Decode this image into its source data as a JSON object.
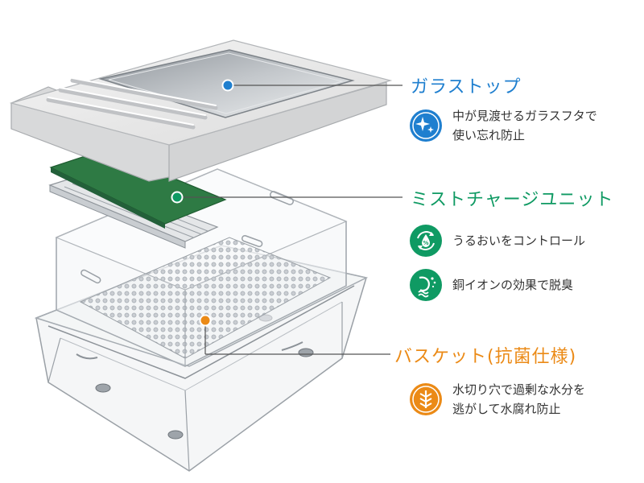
{
  "colors": {
    "blue": "#1f7fcf",
    "green": "#0f9a63",
    "orange": "#eb8a16"
  },
  "sections": {
    "top": {
      "title": "ガラストップ",
      "features": [
        {
          "icon": "sparkle-icon",
          "lines": [
            "中が見渡せるガラスフタで",
            "使い忘れ防止"
          ]
        }
      ]
    },
    "middle": {
      "title": "ミストチャージユニット",
      "features": [
        {
          "icon": "humidity-cycle-icon",
          "lines": [
            "うるおいをコントロール"
          ]
        },
        {
          "icon": "odor-removal-icon",
          "lines": [
            "銅イオンの効果で脱臭"
          ]
        }
      ]
    },
    "bottom": {
      "title": "バスケット(抗菌仕様)",
      "features": [
        {
          "icon": "drain-holes-icon",
          "lines": [
            "水切り穴で過剰な水分を",
            "逃がして水腐れ防止"
          ]
        }
      ]
    }
  }
}
